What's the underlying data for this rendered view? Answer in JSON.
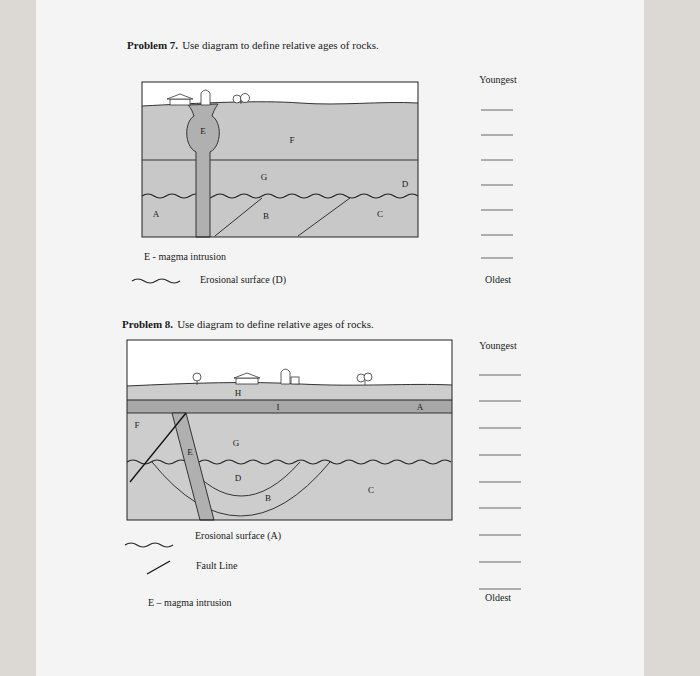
{
  "diagram": {
    "labels": [
      "Problem 7.",
      "Use diagram to define relative ages of rocks.",
      "Youngest",
      "E",
      "F",
      "G",
      "D",
      "A",
      "B",
      "C",
      "E - magma intrusion",
      "Oldest",
      "Problem 8.",
      "Use diagram to define relative ages of rocks.",
      "Youngest",
      "H",
      "I",
      "A",
      "F",
      "G",
      "E",
      "D",
      "B",
      "C",
      "E – magma intrusion",
      "Oldest"
    ],
    "legend": [
      {
        "text": "Erosional surface (D)"
      },
      {
        "text": "Erosional surface (A)"
      },
      {
        "text": "Fault Line"
      }
    ]
  }
}
